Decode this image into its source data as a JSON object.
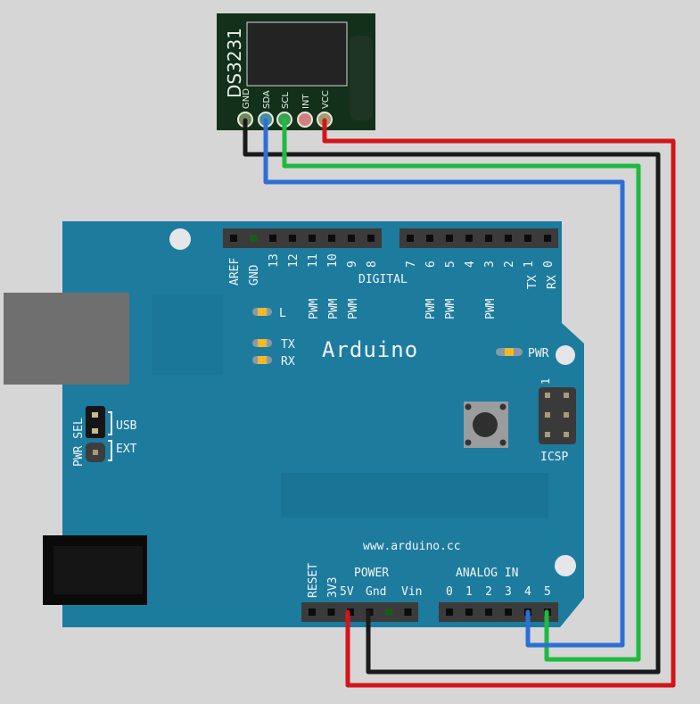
{
  "module": {
    "name": "DS3231",
    "pins": [
      "GND",
      "SDA",
      "SCL",
      "INT",
      "VCC"
    ]
  },
  "board": {
    "logo": "Arduino",
    "url": "www.arduino.cc",
    "digital_label": "DIGITAL",
    "top_left_pins": [
      "AREF",
      "GND",
      "13",
      "12",
      "11",
      "10",
      "9",
      "8"
    ],
    "top_right_pins": [
      "7",
      "6",
      "5",
      "4",
      "3",
      "2",
      "1",
      "0"
    ],
    "tx_pin": "TX",
    "rx_pin": "RX",
    "pwm": "PWM",
    "led_l": "L",
    "led_tx": "TX",
    "led_rx": "RX",
    "led_pwr": "PWR",
    "pwr_sel": "PWR SEL",
    "usb": "USB",
    "ext": "EXT",
    "icsp": "ICSP",
    "icsp_pin1": "1",
    "power_label": "POWER",
    "reset": "RESET",
    "v3": "3V3",
    "power_pins": [
      "5V",
      "Gnd",
      "Vin"
    ],
    "analog_label": "ANALOG IN",
    "analog_pins": [
      "0",
      "1",
      "2",
      "3",
      "4",
      "5"
    ]
  },
  "colors": {
    "board": "#1d7b9e",
    "module": "#12301a",
    "wire_vcc": "#d4141b",
    "wire_gnd": "#1a1a1a",
    "wire_scl": "#20b940",
    "wire_sda": "#2e6fd6"
  },
  "connections": [
    {
      "from": "VCC",
      "to": "5V",
      "color": "red"
    },
    {
      "from": "GND",
      "to": "Gnd",
      "color": "black"
    },
    {
      "from": "SCL",
      "to": "A5",
      "color": "green"
    },
    {
      "from": "SDA",
      "to": "A4",
      "color": "blue"
    }
  ]
}
